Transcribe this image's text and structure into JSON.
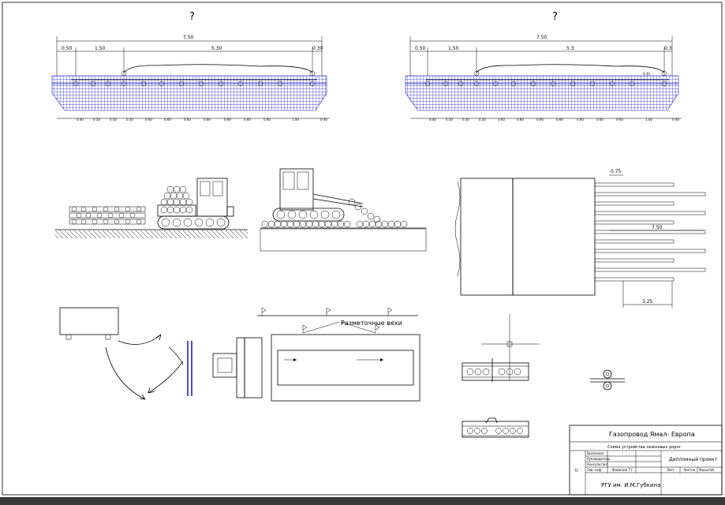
{
  "drawing": {
    "cross_section_left": {
      "title": "?",
      "total_width": "7.50",
      "top_dims": [
        "0.50",
        "1.50",
        "5.30",
        "0.30"
      ],
      "bottom_dims": [
        "0.40",
        "0.50",
        "0.50",
        "0.50",
        "0.60",
        "0.60",
        "0.60",
        "0.60",
        "0.60",
        "0.60",
        "0.60",
        "1.00",
        "0.40"
      ]
    },
    "cross_section_right": {
      "title": "?",
      "total_width": "7.50",
      "top_dims": [
        "0.50",
        "1.50",
        "5.3",
        "0.3"
      ],
      "side_dim": "0.30",
      "bottom_dims": [
        "0.40",
        "0.50",
        "0.50",
        "0.50",
        "0.60",
        "0.60",
        "0.60",
        "0.60",
        "0.60",
        "0.60",
        "0.60",
        "1.00",
        "0.40"
      ]
    },
    "mat_plan": {
      "dim_top": "0.75",
      "dim_mid": "7.50",
      "dim_bottom": "3.25"
    },
    "marker_label": "Разметочные вехи",
    "title_block": {
      "project": "Газопровод Ямал- Европа",
      "sheet_title": "Схема устройства лежневых дорог",
      "roles": [
        "Выполнил",
        "Руководитель",
        "Консультант",
        "Зав. каф."
      ],
      "student": "Фамилия Т.Г.",
      "doc_type": "Дипломный проект",
      "org": "РГУ им. И.М.Губкина",
      "code": "ТС",
      "cols": [
        "Лист",
        "Листов",
        "Масштаб"
      ]
    }
  }
}
